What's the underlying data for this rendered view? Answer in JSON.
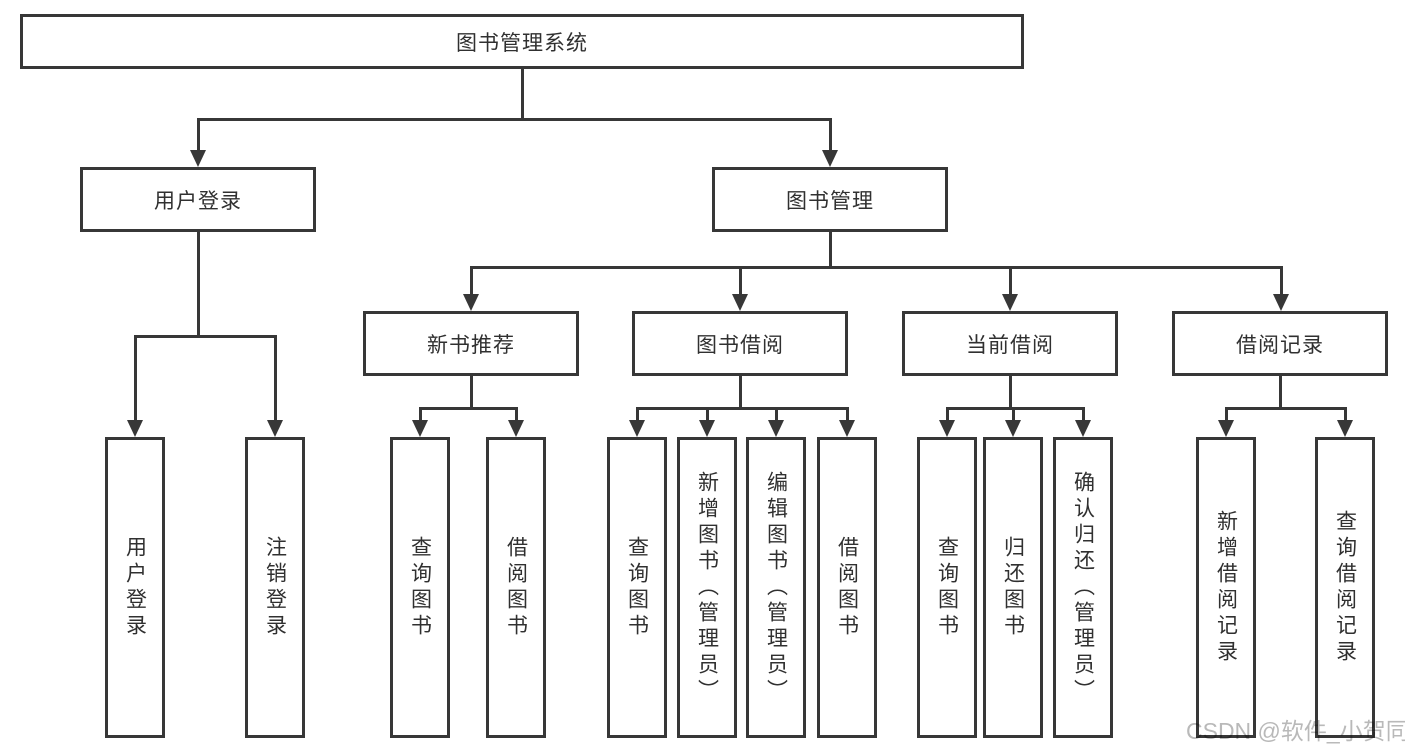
{
  "tree": {
    "label": "图书管理系统",
    "children": [
      {
        "label": "用户登录",
        "children": [
          {
            "label": "用户登录"
          },
          {
            "label": "注销登录"
          }
        ]
      },
      {
        "label": "图书管理",
        "children": [
          {
            "label": "新书推荐",
            "children": [
              {
                "label": "查询图书"
              },
              {
                "label": "借阅图书"
              }
            ]
          },
          {
            "label": "图书借阅",
            "children": [
              {
                "label": "查询图书"
              },
              {
                "label": "新增图书（管理员）"
              },
              {
                "label": "编辑图书（管理员）"
              },
              {
                "label": "借阅图书"
              }
            ]
          },
          {
            "label": "当前借阅",
            "children": [
              {
                "label": "查询图书"
              },
              {
                "label": "归还图书"
              },
              {
                "label": "确认归还（管理员）"
              }
            ]
          },
          {
            "label": "借阅记录",
            "children": [
              {
                "label": "新增借阅记录"
              },
              {
                "label": "查询借阅记录"
              }
            ]
          }
        ]
      }
    ]
  },
  "watermark": {
    "text": "CSDN @软件_小贺同学"
  },
  "colors": {
    "line": "#373737",
    "text": "#303030",
    "watermark": "#b9b9b9",
    "background": "#ffffff"
  }
}
